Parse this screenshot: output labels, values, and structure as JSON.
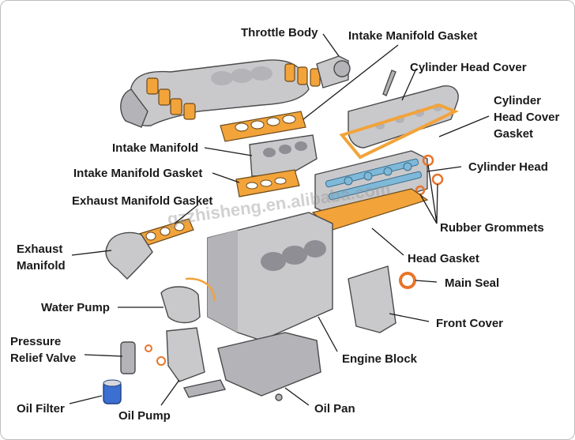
{
  "labels": {
    "throttle_body": "Throttle Body",
    "intake_manifold_gasket_top": "Intake Manifold Gasket",
    "cylinder_head_cover": "Cylinder Head Cover",
    "cylinder_head_cover_gasket_1": "Cylinder",
    "cylinder_head_cover_gasket_2": "Head Cover",
    "cylinder_head_cover_gasket_3": "Gasket",
    "intake_manifold": "Intake Manifold",
    "intake_manifold_gasket": "Intake Manifold Gasket",
    "cylinder_head": "Cylinder Head",
    "exhaust_manifold_gasket": "Exhaust Manifold Gasket",
    "rubber_grommets": "Rubber Grommets",
    "exhaust_manifold_1": "Exhaust",
    "exhaust_manifold_2": "Manifold",
    "head_gasket": "Head Gasket",
    "main_seal": "Main Seal",
    "water_pump": "Water Pump",
    "front_cover": "Front Cover",
    "pressure_relief_valve_1": "Pressure",
    "pressure_relief_valve_2": "Relief Valve",
    "engine_block": "Engine Block",
    "oil_filter": "Oil Filter",
    "oil_pump": "Oil Pump",
    "oil_pan": "Oil Pan"
  },
  "watermark": "gzzhisheng.en.alibaba.com",
  "colors": {
    "gasket": "#f2a33a",
    "metal": "#c9c9cc",
    "valvetrain": "#7fb9d9",
    "oil_filter": "#3b6fd1"
  }
}
